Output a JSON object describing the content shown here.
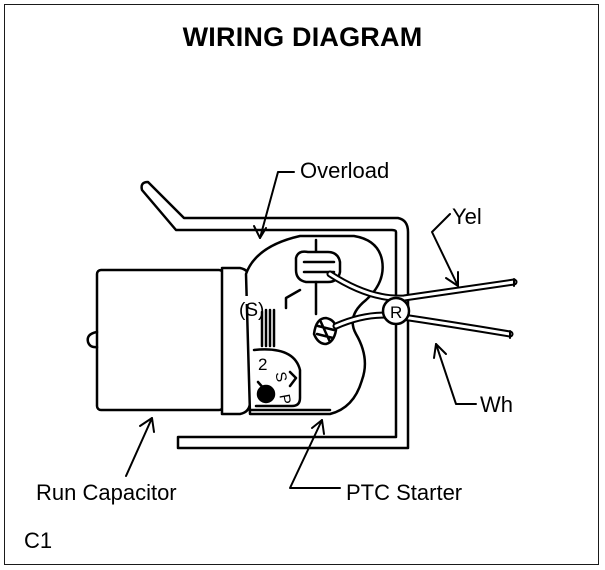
{
  "diagram": {
    "title": "WIRING DIAGRAM",
    "labels": {
      "overload": "Overload",
      "yel": "Yel",
      "wh": "Wh",
      "run_capacitor": "Run Capacitor",
      "ptc_starter": "PTC Starter",
      "s_terminal": "(S)",
      "r_terminal": "R",
      "pin_2": "2",
      "pin_s": "S",
      "pin_p": "P"
    },
    "figure_id": "C1"
  }
}
